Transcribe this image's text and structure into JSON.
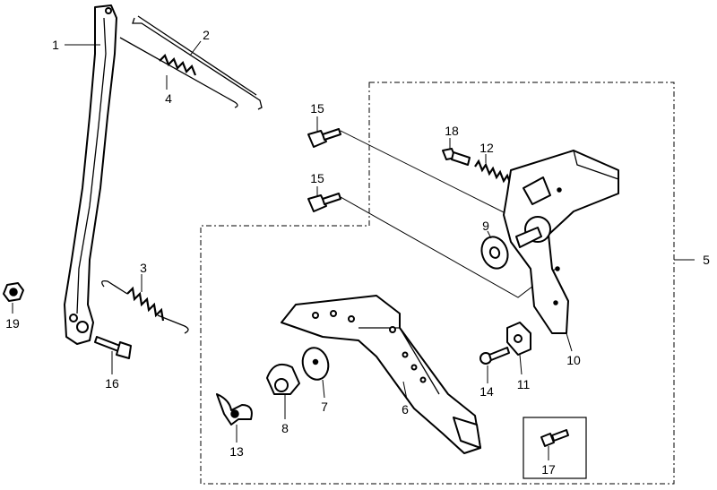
{
  "diagram": {
    "callouts": [
      {
        "id": "1",
        "label": "1"
      },
      {
        "id": "2",
        "label": "2"
      },
      {
        "id": "3",
        "label": "3"
      },
      {
        "id": "4",
        "label": "4"
      },
      {
        "id": "5",
        "label": "5"
      },
      {
        "id": "6",
        "label": "6"
      },
      {
        "id": "7",
        "label": "7"
      },
      {
        "id": "8",
        "label": "8"
      },
      {
        "id": "9",
        "label": "9"
      },
      {
        "id": "10",
        "label": "10"
      },
      {
        "id": "11",
        "label": "11"
      },
      {
        "id": "12",
        "label": "12"
      },
      {
        "id": "13",
        "label": "13"
      },
      {
        "id": "14",
        "label": "14"
      },
      {
        "id": "15a",
        "label": "15"
      },
      {
        "id": "15b",
        "label": "15"
      },
      {
        "id": "16",
        "label": "16"
      },
      {
        "id": "17",
        "label": "17"
      },
      {
        "id": "18",
        "label": "18"
      },
      {
        "id": "19",
        "label": "19"
      }
    ]
  }
}
